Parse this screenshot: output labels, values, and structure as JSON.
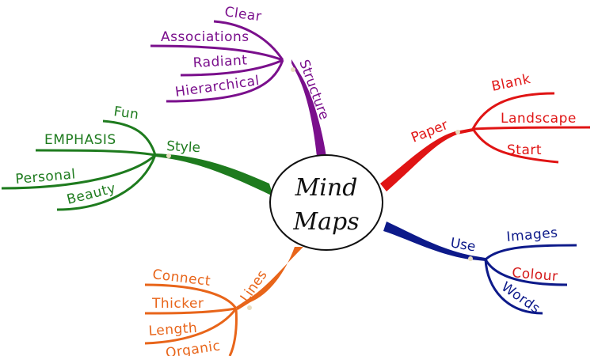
{
  "center": {
    "line1": "Mind",
    "line2": "Maps"
  },
  "branches": {
    "structure": {
      "label": "Structure",
      "color": "#7a0f8c",
      "children": [
        "Clear",
        "Associations",
        "Radiant",
        "Hierarchical"
      ]
    },
    "style": {
      "label": "Style",
      "color": "#1e7b1e",
      "children": [
        "Fun",
        "EMPHASIS",
        "Personal",
        "Beauty"
      ]
    },
    "paper": {
      "label": "Paper",
      "color": "#e01414",
      "children": [
        "Blank",
        "Landscape",
        "Start"
      ]
    },
    "use": {
      "label": "Use",
      "color": "#0d1a8a",
      "children": [
        "Images",
        "Colour",
        "Words"
      ],
      "colour_word_color": "#d41a1a"
    },
    "lines": {
      "label": "Lines",
      "color": "#e8651a",
      "children": [
        "Connect",
        "Thicker",
        "Length",
        "Organic"
      ]
    }
  }
}
